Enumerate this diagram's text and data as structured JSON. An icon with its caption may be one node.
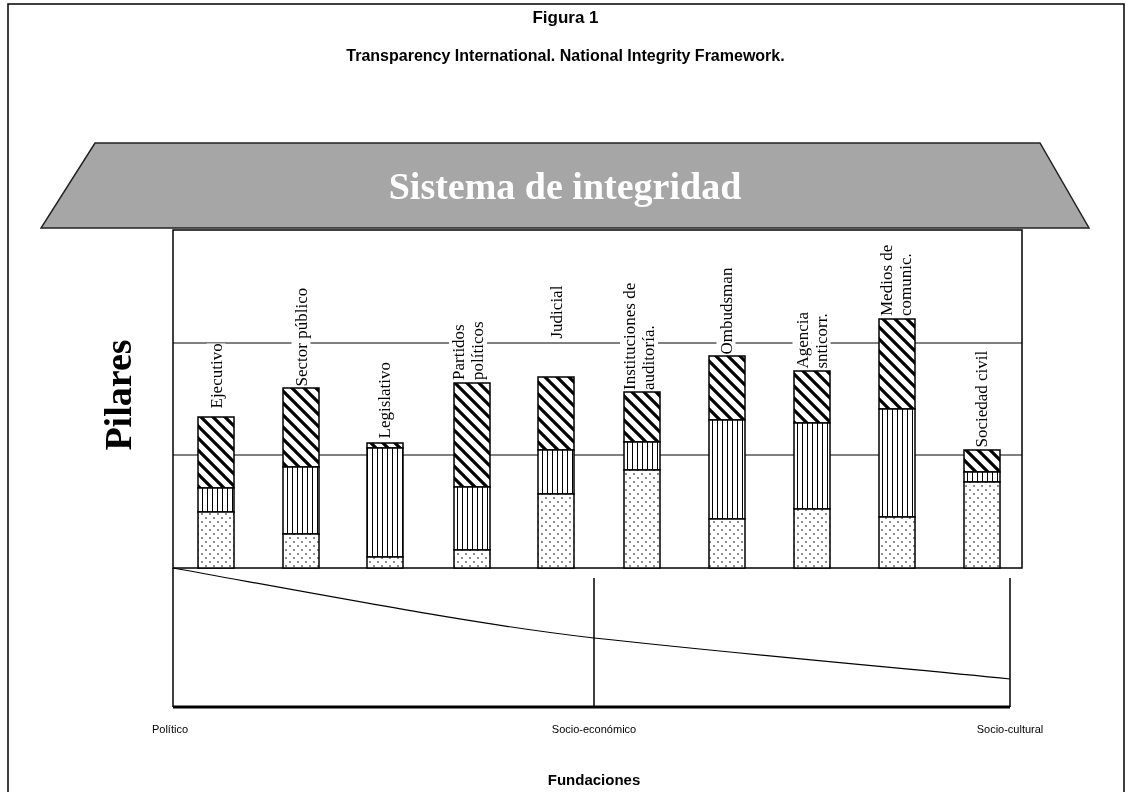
{
  "diagram": {
    "title": "Figura 1",
    "nodes": [
      {
        "text": [
          "Sistema de integridad"
        ]
      }
    ],
    "labels": [
      "Transparency International. National Integrity Framework.",
      "Pilares",
      "Ejecutivo",
      "Sector público",
      "Legislativo",
      "Partidos políticos",
      "Judicial",
      "Instituciones de auditoría.",
      "Ombudsman",
      "Agencia snticorr.",
      "Medios de comunic.",
      "Sociedad civil",
      "Político",
      "Socio-económico",
      "Socio-cultural",
      "Fundaciones"
    ]
  }
}
